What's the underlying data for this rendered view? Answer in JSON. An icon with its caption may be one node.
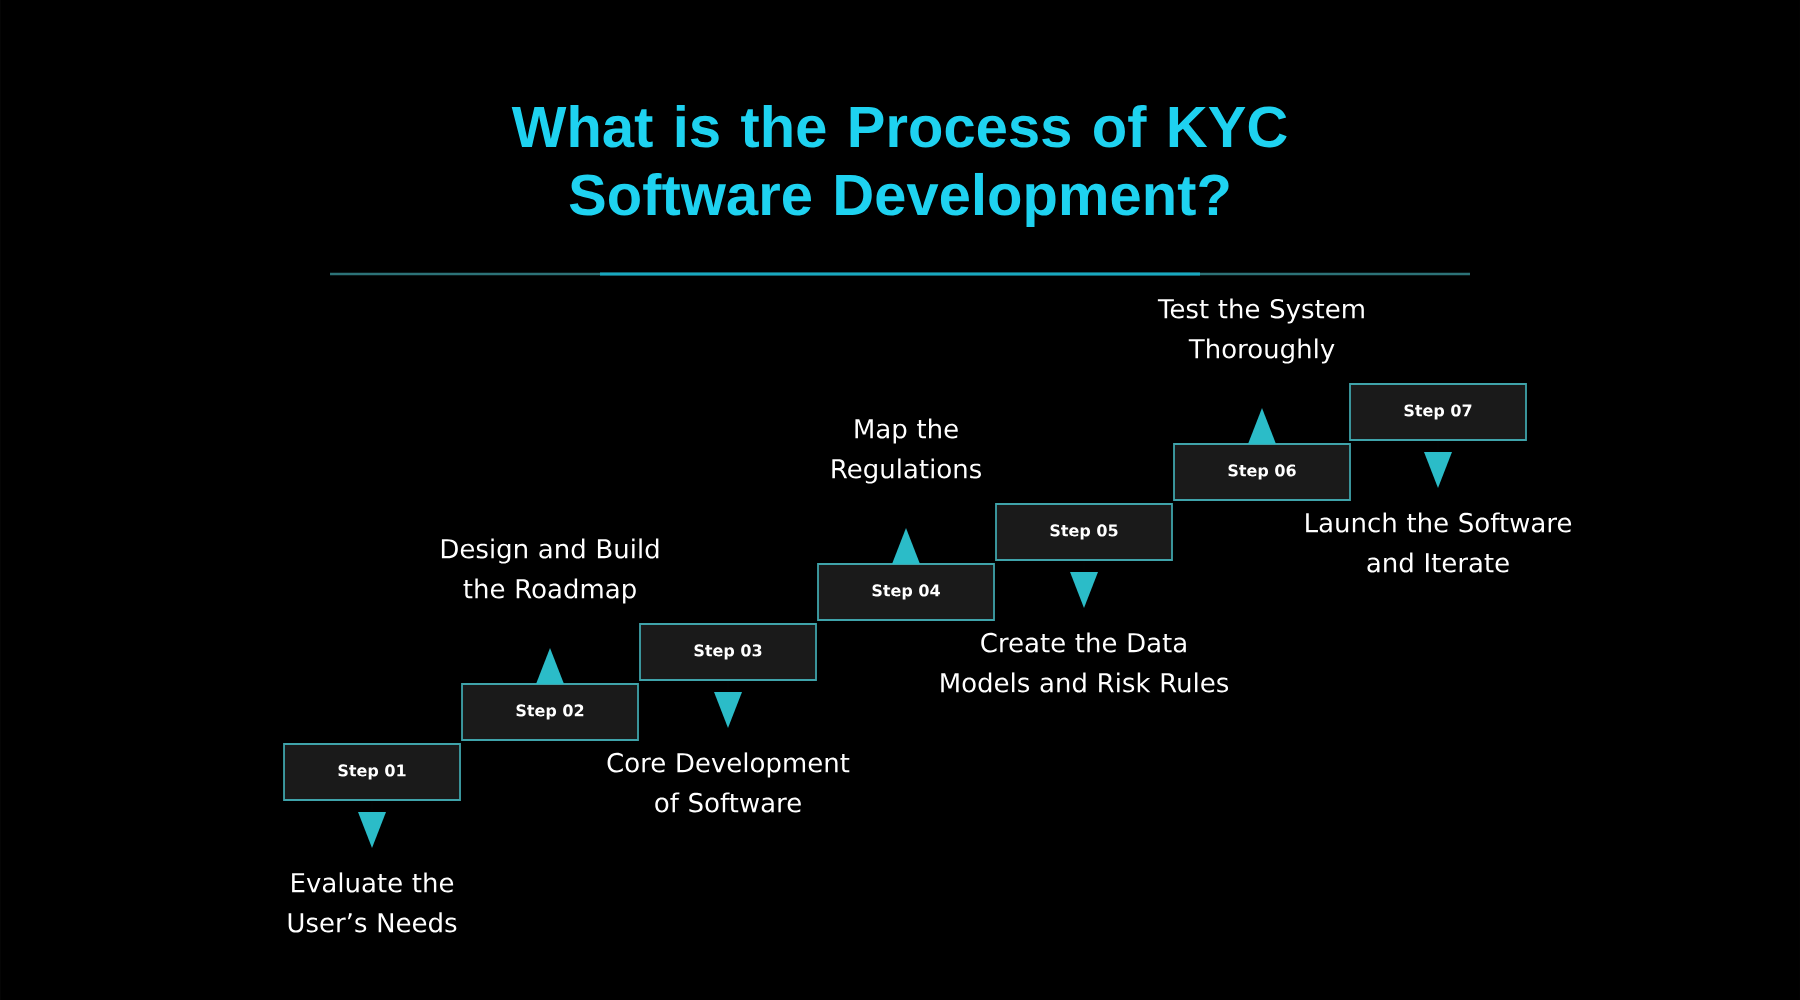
{
  "diagram": {
    "title": "What is the Process of KYC Software Development?",
    "nodes": [
      {
        "text": [
          "Step 01"
        ]
      },
      {
        "text": [
          "Step 02"
        ]
      },
      {
        "text": [
          "Step 03"
        ]
      },
      {
        "text": [
          "Step 04"
        ]
      },
      {
        "text": [
          "Step 05"
        ]
      },
      {
        "text": [
          "Step 06"
        ]
      },
      {
        "text": [
          "Step 07"
        ]
      },
      {
        "text": [
          "Evaluate the User’s Needs"
        ]
      },
      {
        "text": [
          "Design and Build the Roadmap"
        ]
      },
      {
        "text": [
          "Core Development of Software"
        ]
      },
      {
        "text": [
          "Map the Regulations"
        ]
      },
      {
        "text": [
          "Create the Data Models and Risk Rules"
        ]
      },
      {
        "text": [
          "Test the System Thoroughly"
        ]
      },
      {
        "text": [
          "Launch the Software and Iterate"
        ]
      }
    ],
    "edges": [
      {
        "from": 0,
        "to": 7,
        "arrow": "to"
      },
      {
        "from": 1,
        "to": 8,
        "arrow": "to"
      },
      {
        "from": 2,
        "to": 9,
        "arrow": "to"
      },
      {
        "from": 3,
        "to": 10,
        "arrow": "to"
      },
      {
        "from": 4,
        "to": 11,
        "arrow": "to"
      },
      {
        "from": 5,
        "to": 12,
        "arrow": "to"
      },
      {
        "from": 6,
        "to": 13,
        "arrow": "to"
      }
    ]
  }
}
